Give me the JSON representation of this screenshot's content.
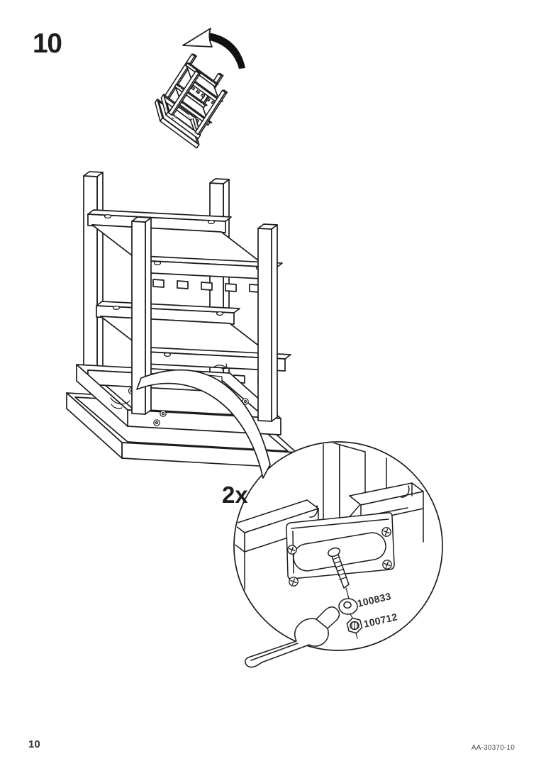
{
  "page": {
    "step_number": "10",
    "footer_page_number": "10",
    "footer_doc_ref": "AA-30370-10"
  },
  "detail": {
    "quantity_label": "2x",
    "part_ids": {
      "washer": "100833",
      "nut": "100712"
    }
  },
  "icons": [
    "flip-arrow-icon",
    "detail-circle",
    "corner-bracket",
    "bolt-icon",
    "washer-icon",
    "lock-nut-icon",
    "wrench-icon",
    "leader-band"
  ],
  "colors": {
    "line": "#1c1c1c",
    "background": "#ffffff",
    "arrow_fill": "#111111",
    "label_text": "#2e2e2e",
    "footer_text": "#4a4a4a"
  }
}
